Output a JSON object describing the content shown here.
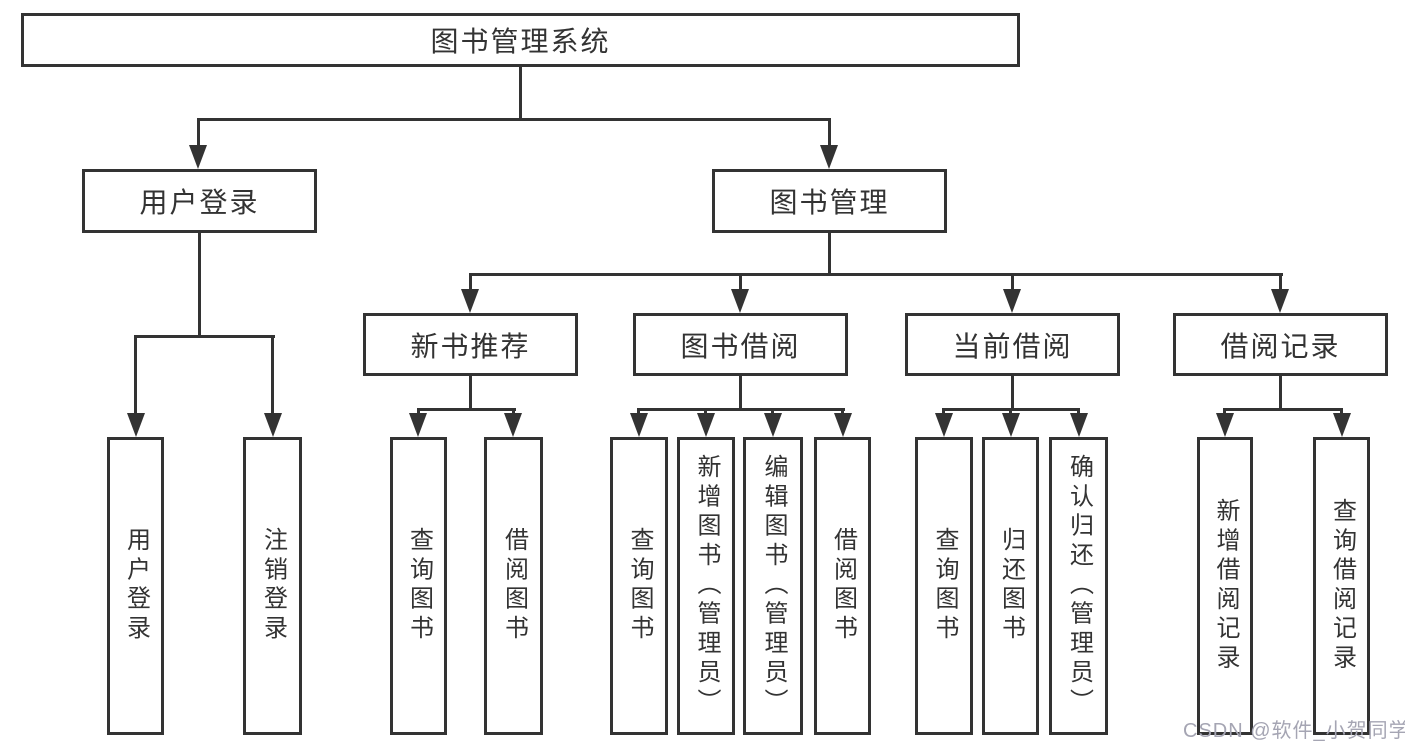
{
  "tree": {
    "root": {
      "label": "图书管理系统"
    },
    "branches": [
      {
        "label": "用户登录",
        "children": [
          {
            "label": "用户登录"
          },
          {
            "label": "注销登录"
          }
        ]
      },
      {
        "label": "图书管理",
        "children": [
          {
            "label": "新书推荐",
            "children": [
              {
                "label": "查询图书"
              },
              {
                "label": "借阅图书"
              }
            ]
          },
          {
            "label": "图书借阅",
            "children": [
              {
                "label": "查询图书"
              },
              {
                "label": "新增图书（管理员）"
              },
              {
                "label": "编辑图书（管理员）"
              },
              {
                "label": "借阅图书"
              }
            ]
          },
          {
            "label": "当前借阅",
            "children": [
              {
                "label": "查询图书"
              },
              {
                "label": "归还图书"
              },
              {
                "label": "确认归还（管理员）"
              }
            ]
          },
          {
            "label": "借阅记录",
            "children": [
              {
                "label": "新增借阅记录"
              },
              {
                "label": "查询借阅记录"
              }
            ]
          }
        ]
      }
    ]
  },
  "watermark": {
    "text": "CSDN @软件_小贺同学"
  },
  "colors": {
    "line": "#333333",
    "text": "#333333",
    "watermark": "#a5a5b3",
    "background": "#ffffff"
  }
}
